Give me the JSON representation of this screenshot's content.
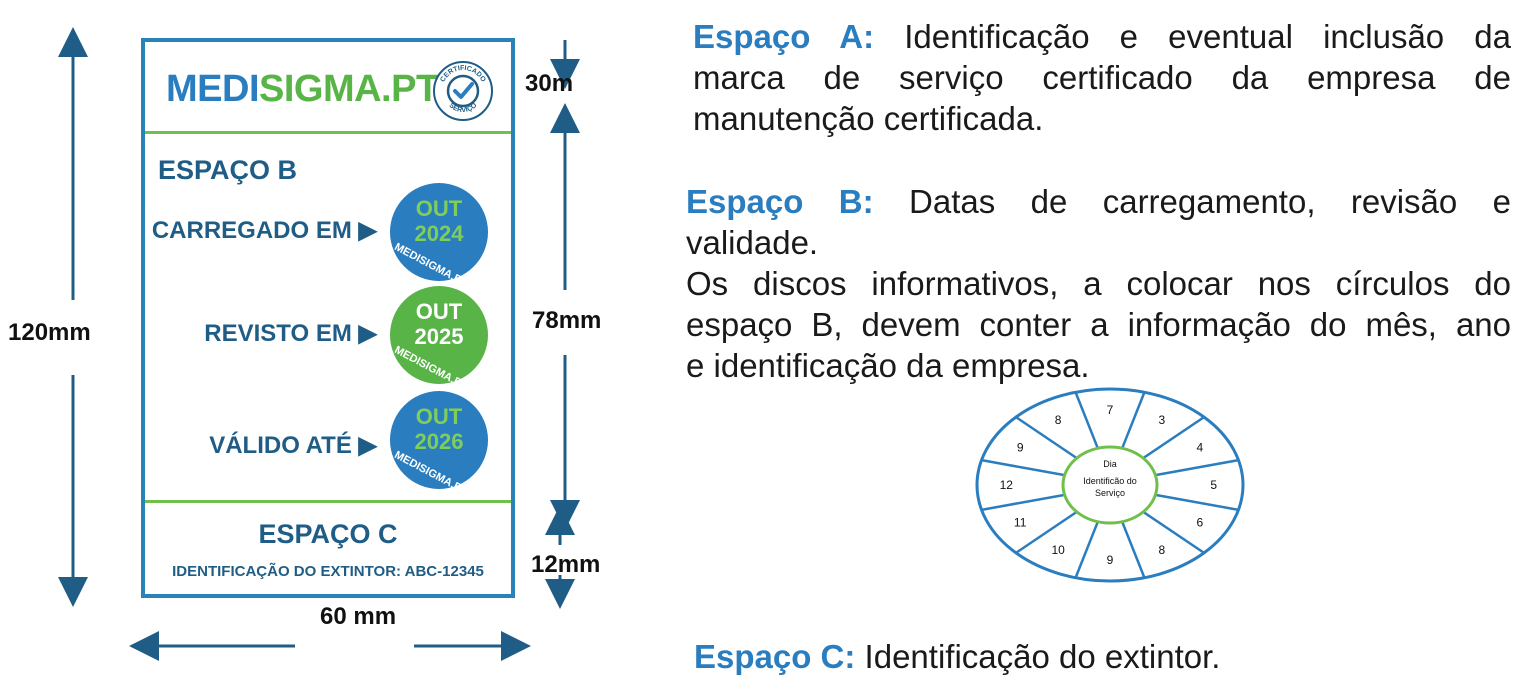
{
  "label": {
    "brand_part1": "MEDI",
    "brand_part2": "SIGMA.PT",
    "seal_top_text": "CERTIFICADO",
    "seal_bottom_text": "SERVIÇO",
    "space_b_title": "ESPAÇO B",
    "rows": [
      {
        "label": "CARREGADO EM",
        "month": "OUT",
        "year": "2024",
        "disc_brand": "MEDISIGMA.PT"
      },
      {
        "label": "REVISTO EM",
        "month": "OUT",
        "year": "2025",
        "disc_brand": "MEDISIGMA.PT"
      },
      {
        "label": "VÁLIDO ATÉ",
        "month": "OUT",
        "year": "2026",
        "disc_brand": "MEDISIGMA.PT"
      }
    ],
    "space_c_title": "ESPAÇO C",
    "space_c_id": "IDENTIFICAÇÃO DO EXTINTOR: ABC-12345"
  },
  "dimensions": {
    "height_total": "120mm",
    "header": "30m",
    "body": "78mm",
    "footer": "12mm",
    "width": "60 mm"
  },
  "descriptions": {
    "a_heading": "Espaço A:",
    "a_line1": "Identificação e eventual inclusão da",
    "a_line2": "marca de serviço certificado da empresa de",
    "a_line3": "manutenção certificada.",
    "b_heading": "Espaço B:",
    "b_line1": "Datas de carregamento, revisão e",
    "b_line2": "validade.",
    "b_line3": "Os discos informativos, a colocar nos círculos do",
    "b_line4": "espaço B, devem conter a informação do mês, ano",
    "b_line5": "e identificação da empresa.",
    "c_heading": "Espaço C:",
    "c_text": "Identificação do extintor."
  },
  "disc_diagram": {
    "center_line1": "Dia",
    "center_line2": "Identificão do",
    "center_line3": "Serviço",
    "segments": [
      "7",
      "3",
      "4",
      "5",
      "6",
      "8",
      "9",
      "10",
      "11",
      "12",
      "9",
      "8"
    ]
  },
  "colors": {
    "blue": "#2a7dbf",
    "green": "#58b447",
    "dark_blue": "#1f5d86"
  }
}
